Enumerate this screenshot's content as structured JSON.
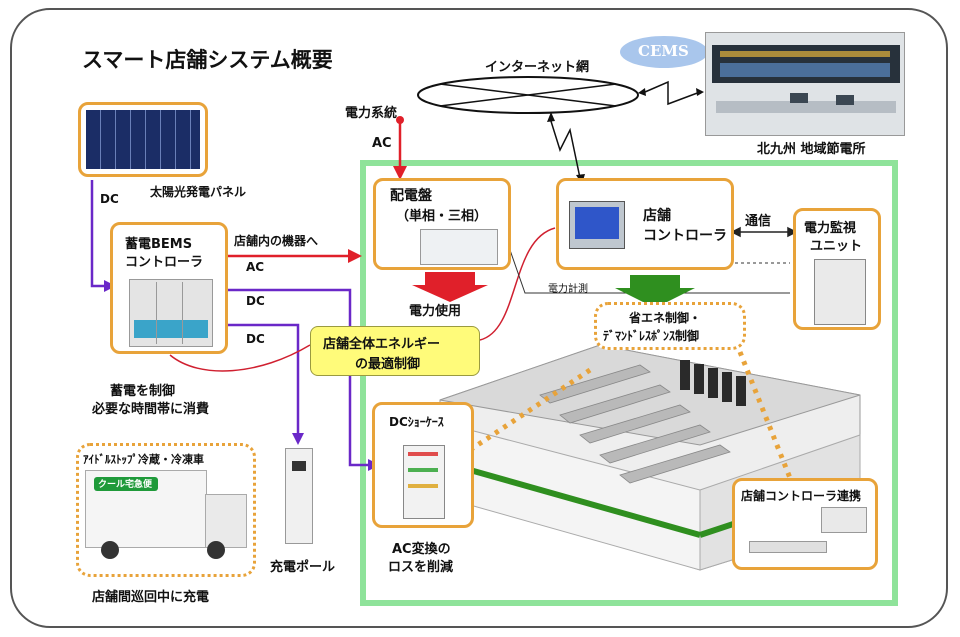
{
  "title": "スマート店舗システム概要",
  "internet": "インターネット網",
  "cems": "CEMS",
  "kitakyushu": "北九州 地域節電所",
  "grid": "電力系統",
  "ac_grid": "AC",
  "solar": {
    "label": "太陽光発電パネル",
    "dc": "DC"
  },
  "bems": {
    "line1": "蓄電BEMS",
    "line2": "コントローラ"
  },
  "to_store_devices": "店舗内の機器へ",
  "ac": "AC",
  "dc1": "DC",
  "dc2": "DC",
  "storage_note": {
    "line1": "蓄電を制御",
    "line2": "必要な時間帯に消費"
  },
  "truck": {
    "label": "ｱｲﾄﾞﾙｽﾄｯﾌﾟ冷蔵・冷凍車",
    "logo": "クール宅急便",
    "caption": "店舗間巡回中に充電"
  },
  "charger": "充電ポール",
  "panel": {
    "line1": "配電盤",
    "line2": "（単相・三相）"
  },
  "power_use": "電力使用",
  "controller": {
    "line1": "店舗",
    "line2": "コントローラ"
  },
  "comm": "通信",
  "monitor": {
    "line1": "電力監視",
    "line2": "ユニット"
  },
  "metering": "電力計測",
  "energy_ctrl": {
    "line1": "省エネ制御・",
    "line2": "ﾃﾞﾏﾝﾄﾞﾚｽﾎﾟﾝｽ制御"
  },
  "optimal": {
    "line1": "店舗全体エネルギー",
    "line2": "の最適制御"
  },
  "dc_showcase": "DCｼｮｰｹｰｽ",
  "ac_loss": {
    "line1": "AC変換の",
    "line2": "ロスを削減"
  },
  "store_link": "店舗コントローラ連携",
  "colors": {
    "orange": "#e8a33a",
    "green": "#8fe39a",
    "red": "#e0202a",
    "purple": "#6a28c8",
    "yellow": "#fffb7a",
    "dark_green": "#2f8f1f"
  }
}
